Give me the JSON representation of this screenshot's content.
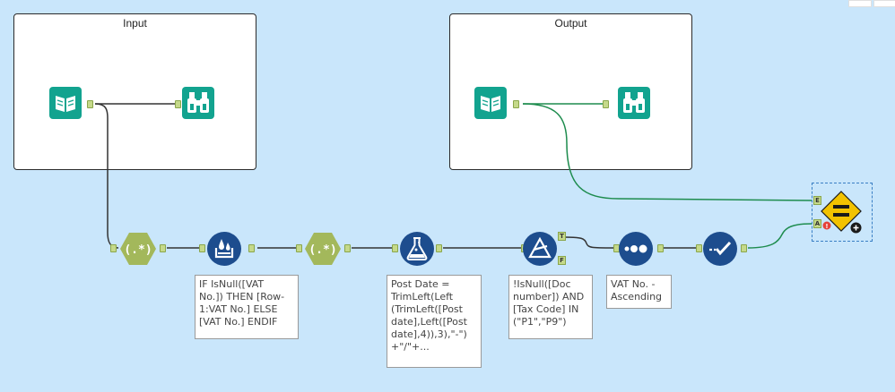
{
  "containers": {
    "input_title": "Input",
    "output_title": "Output"
  },
  "anchors": {
    "true_label": "T",
    "false_label": "F",
    "expected_label": "E",
    "actual_label": "A"
  },
  "annotations": {
    "multi_row_formula": "IF IsNull([VAT\nNo.]) THEN [Row-\n1:VAT No.] ELSE\n[VAT No.] ENDIF",
    "formula": "Post Date =\nTrimLeft(Left\n(TrimLeft([Post\ndate],Left([Post\ndate],4)),3),\"-\")\n+\"/\"+...",
    "filter": "!IsNull([Doc\nnumber]) AND\n[Tax Code] IN\n(\"P1\",\"P9\")",
    "sort": "VAT No. -\nAscending"
  },
  "icons": {
    "input_data": "book-icon",
    "browse": "binoculars-icon",
    "regex": "regex-icon",
    "multi_row_formula": "multi-row-formula-icon",
    "formula": "flask-icon",
    "filter": "filter-triangle-icon",
    "unique": "dots-icon",
    "sort": "check-arrow-icon",
    "test": "equals-diamond-icon"
  },
  "colors": {
    "canvas": "#c9e6fb",
    "teal": "#12a38f",
    "navy": "#1d4d8e",
    "olive": "#a3b85b",
    "gold": "#f2c200",
    "wire_green": "#1e8c4e",
    "wire_dark": "#333333"
  }
}
